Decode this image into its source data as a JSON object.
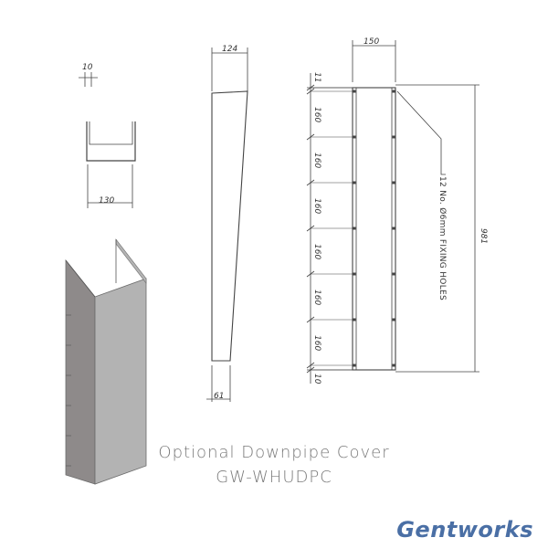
{
  "dimensions": {
    "profile_top_width": "10",
    "profile_base_width": "130",
    "side_top_width": "124",
    "side_bottom_width": "61",
    "front_width": "150",
    "overall_height": "981",
    "top_margin": "11",
    "bottom_margin": "10",
    "spacing": [
      "160",
      "160",
      "160",
      "160",
      "160",
      "160"
    ]
  },
  "note": "12 No. Ø6mm FIXING HOLES",
  "caption": {
    "title": "Optional Downpipe Cover",
    "code": "GW-WHUDPC"
  },
  "brand": "Gentworks",
  "colors": {
    "line": "#444444",
    "caption": "#7a7a7a",
    "brand": "#4a6fa5",
    "panel_light": "#b3b3b3",
    "panel_dark": "#8e8a8a"
  }
}
